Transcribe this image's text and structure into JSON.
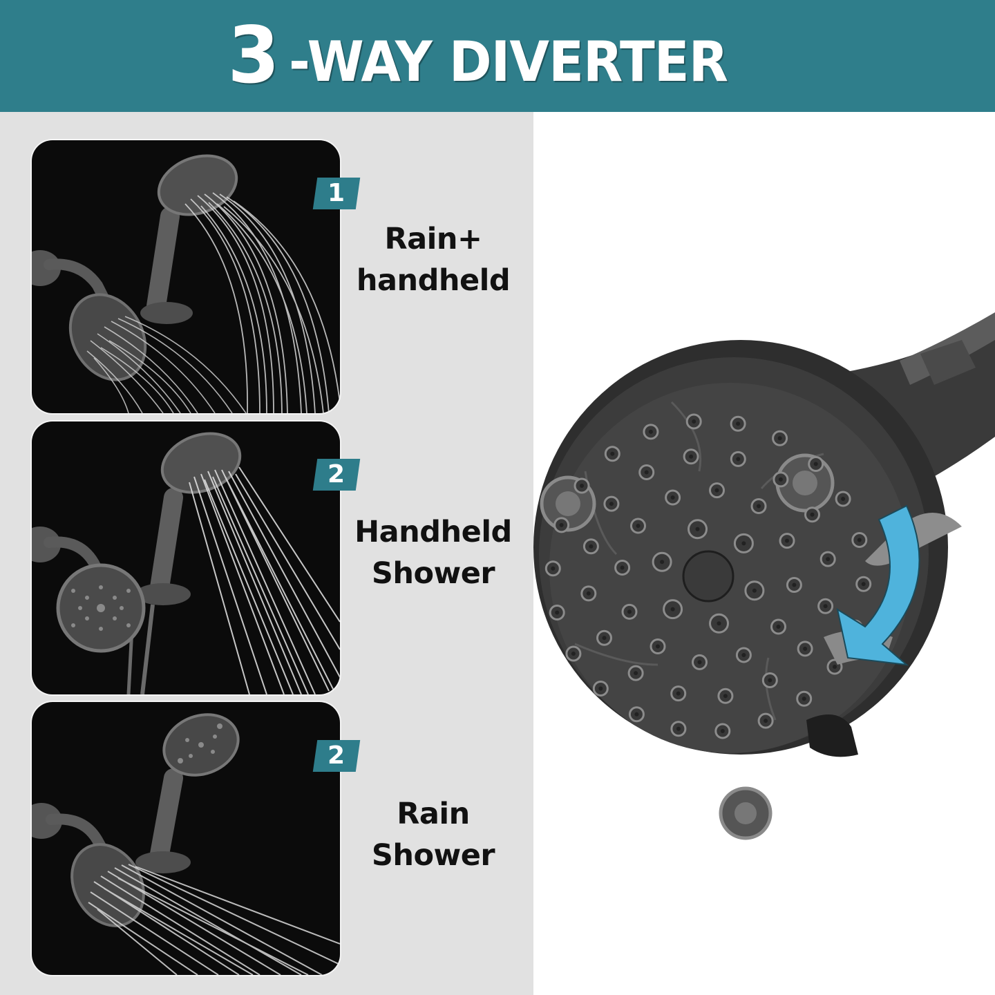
{
  "banner": {
    "number": "3",
    "text": "-WAY DIVERTER",
    "background": "#2f7e8b",
    "text_color": "#ffffff"
  },
  "modes": [
    {
      "badge": "1",
      "line1": "Rain+",
      "line2": "handheld",
      "image": "rain-and-handheld-shower-photo"
    },
    {
      "badge": "2",
      "line1": "Handheld",
      "line2": "Shower",
      "image": "handheld-shower-photo"
    },
    {
      "badge": "2",
      "line1": "Rain",
      "line2": "Shower",
      "image": "rain-shower-photo"
    }
  ],
  "hero": {
    "image": "shower-head-face-closeup",
    "arrow_color": "#4fb3dc",
    "accent_badge_color": "#2e7d8b"
  },
  "colors": {
    "panel_gray": "#e1e1e1",
    "card_bg": "#0b0b0b",
    "label_text": "#111111"
  }
}
